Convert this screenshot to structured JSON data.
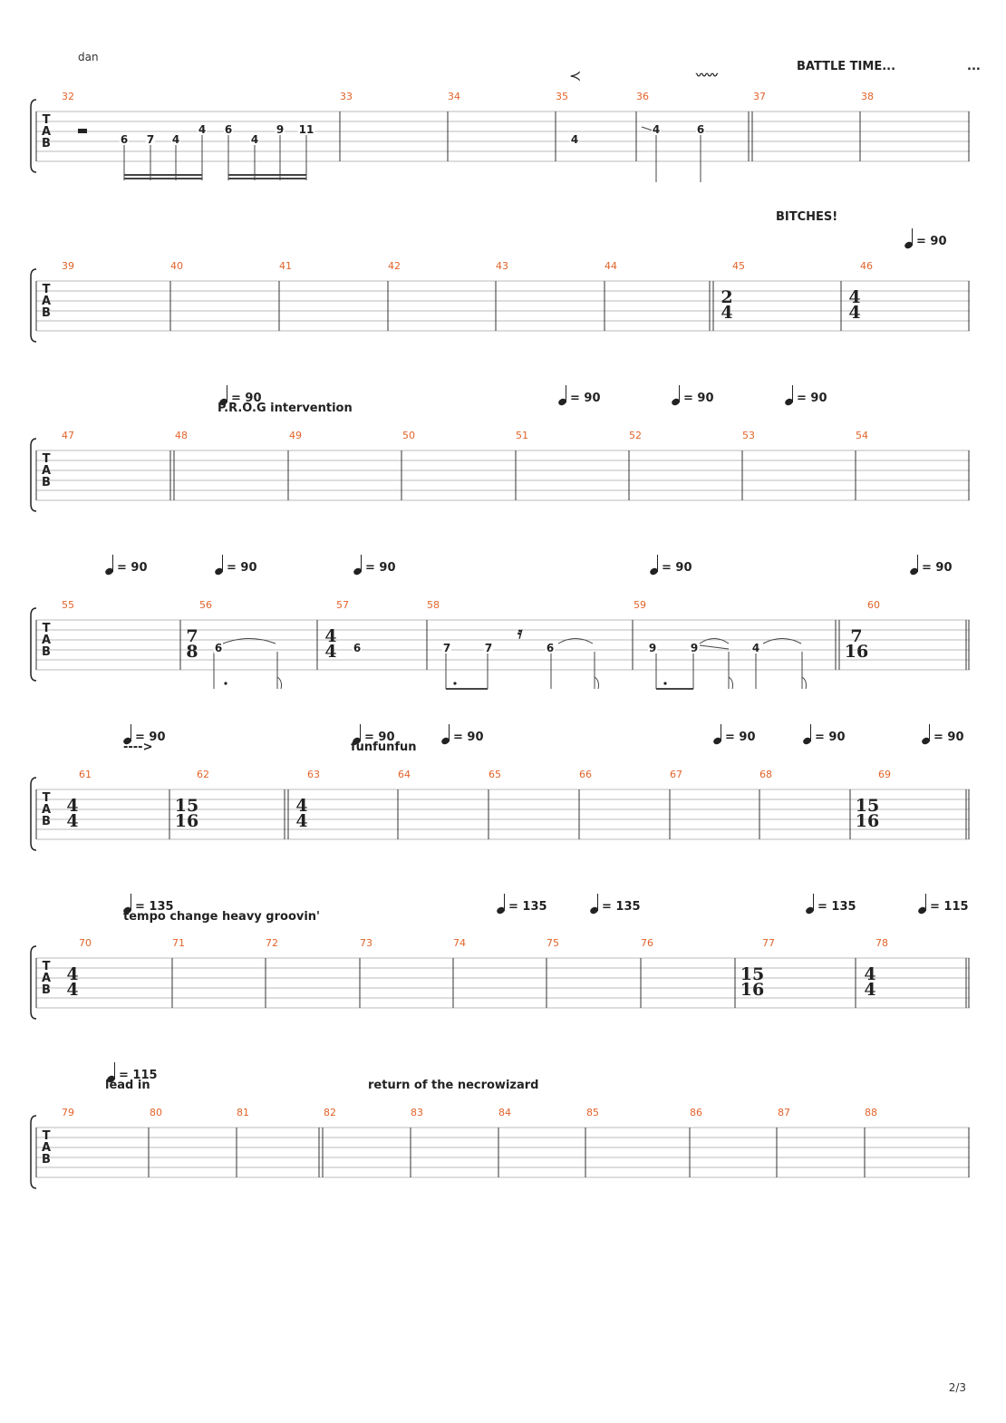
{
  "header": {
    "author": "dan",
    "page": "2/3"
  },
  "top_marks": {
    "hairpin": "≺",
    "vibrato": "〰〰",
    "battle": "BATTLE TIME...",
    "ellipsis": "..."
  },
  "clef": [
    "T",
    "A",
    "B"
  ],
  "systems": [
    {
      "id": "sys1",
      "bars": [
        "32",
        "33",
        "34",
        "35",
        "36",
        "37",
        "38"
      ],
      "time_sigs": [],
      "frets": [
        {
          "v": "6"
        },
        {
          "v": "7"
        },
        {
          "v": "4"
        },
        {
          "v": "4"
        },
        {
          "v": "6"
        },
        {
          "v": "4"
        },
        {
          "v": "9"
        },
        {
          "v": "11"
        },
        {
          "v": "4"
        },
        {
          "v": "4"
        },
        {
          "v": "6"
        }
      ],
      "marks": []
    },
    {
      "id": "sys2",
      "bars": [
        "39",
        "40",
        "41",
        "42",
        "43",
        "44",
        "45",
        "46"
      ],
      "time_sigs": [
        {
          "top": "2",
          "bottom": "4"
        },
        {
          "top": "4",
          "bottom": "4"
        }
      ],
      "frets": [],
      "marks": [
        {
          "text": "BITCHES!"
        }
      ],
      "tempos": [
        "= 90"
      ]
    },
    {
      "id": "sys3",
      "bars": [
        "47",
        "48",
        "49",
        "50",
        "51",
        "52",
        "53",
        "54"
      ],
      "time_sigs": [],
      "frets": [],
      "marks": [
        {
          "text": "P.R.O.G intervention"
        }
      ],
      "tempos": [
        "= 90",
        "= 90",
        "= 90",
        "= 90"
      ]
    },
    {
      "id": "sys4",
      "bars": [
        "55",
        "56",
        "57",
        "58",
        "59",
        "60"
      ],
      "time_sigs": [
        {
          "top": "7",
          "bottom": "8"
        },
        {
          "top": "4",
          "bottom": "4"
        },
        {
          "top": "7",
          "bottom": "16"
        }
      ],
      "frets": [
        {
          "v": "6"
        },
        {
          "v": "6"
        },
        {
          "v": "7"
        },
        {
          "v": "7"
        },
        {
          "v": "6"
        },
        {
          "v": "9"
        },
        {
          "v": "9"
        },
        {
          "v": "4"
        }
      ],
      "marks": [],
      "tempos": [
        "= 90",
        "= 90",
        "= 90",
        "= 90",
        "= 90"
      ]
    },
    {
      "id": "sys5",
      "bars": [
        "61",
        "62",
        "63",
        "64",
        "65",
        "66",
        "67",
        "68",
        "69"
      ],
      "time_sigs": [
        {
          "top": "4",
          "bottom": "4"
        },
        {
          "top": "15",
          "bottom": "16"
        },
        {
          "top": "4",
          "bottom": "4"
        },
        {
          "top": "15",
          "bottom": "16"
        }
      ],
      "frets": [],
      "marks": [
        {
          "text": "---->"
        },
        {
          "text": "funfunfun"
        }
      ],
      "tempos": [
        "= 90",
        "= 90",
        "= 90",
        "= 90",
        "= 90",
        "= 90"
      ]
    },
    {
      "id": "sys6",
      "bars": [
        "70",
        "71",
        "72",
        "73",
        "74",
        "75",
        "76",
        "77",
        "78"
      ],
      "time_sigs": [
        {
          "top": "4",
          "bottom": "4"
        },
        {
          "top": "15",
          "bottom": "16"
        },
        {
          "top": "4",
          "bottom": "4"
        }
      ],
      "frets": [],
      "marks": [
        {
          "text": "tempo change heavy groovin'"
        }
      ],
      "tempos": [
        "= 135",
        "= 135",
        "= 135",
        "= 135",
        "= 115"
      ]
    },
    {
      "id": "sys7",
      "bars": [
        "79",
        "80",
        "81",
        "82",
        "83",
        "84",
        "85",
        "86",
        "87",
        "88"
      ],
      "time_sigs": [],
      "frets": [],
      "marks": [
        {
          "text": "lead in"
        },
        {
          "text": "return of the necrowizard"
        }
      ],
      "tempos": [
        "= 115"
      ]
    }
  ]
}
